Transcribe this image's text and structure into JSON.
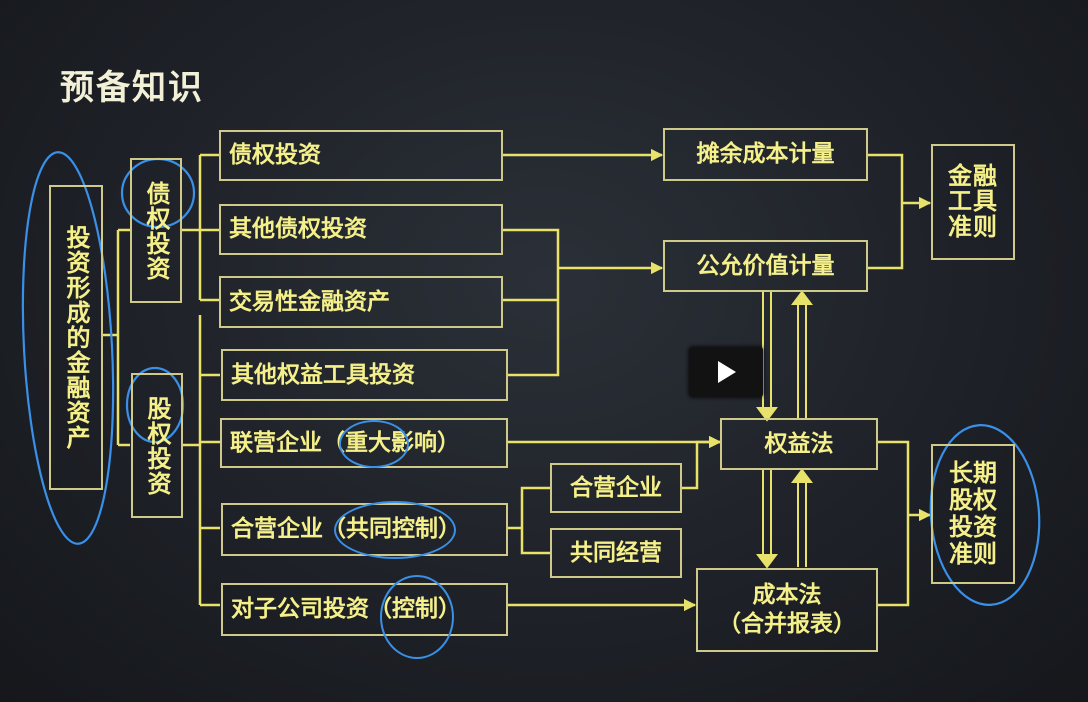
{
  "title": "预备知识",
  "nodes": {
    "root": "投资形成的金融资产",
    "debt": "债权投资",
    "equity": "股权投资",
    "bond": "债权投资",
    "other_bond": "其他债权投资",
    "trading": "交易性金融资产",
    "other_equity": "其他权益工具投资",
    "associate": {
      "prefix": "联营企业（",
      "highlight": "重大影响",
      "suffix": "）"
    },
    "joint": {
      "prefix": "合营企业（",
      "highlight": "共同控制",
      "suffix": "）"
    },
    "subsidiary": {
      "prefix": "对子公司投资（",
      "highlight": "控制",
      "suffix": "）"
    },
    "jv_enterprise": "合营企业",
    "joint_op": "共同经营",
    "amortized": "摊余成本计量",
    "fair_value": "公允价值计量",
    "equity_method": "权益法",
    "cost_method": {
      "line1": "成本法",
      "line2": "（合并报表）"
    },
    "fin_standard": "金融工具准则",
    "lt_standard": "长期股权投资准则"
  },
  "colors": {
    "box_border": "#cfc98a",
    "text": "#f5f08a",
    "arrow": "#e8e26a",
    "annotation": "#3a8fe6"
  },
  "icons": [
    "play-icon"
  ]
}
